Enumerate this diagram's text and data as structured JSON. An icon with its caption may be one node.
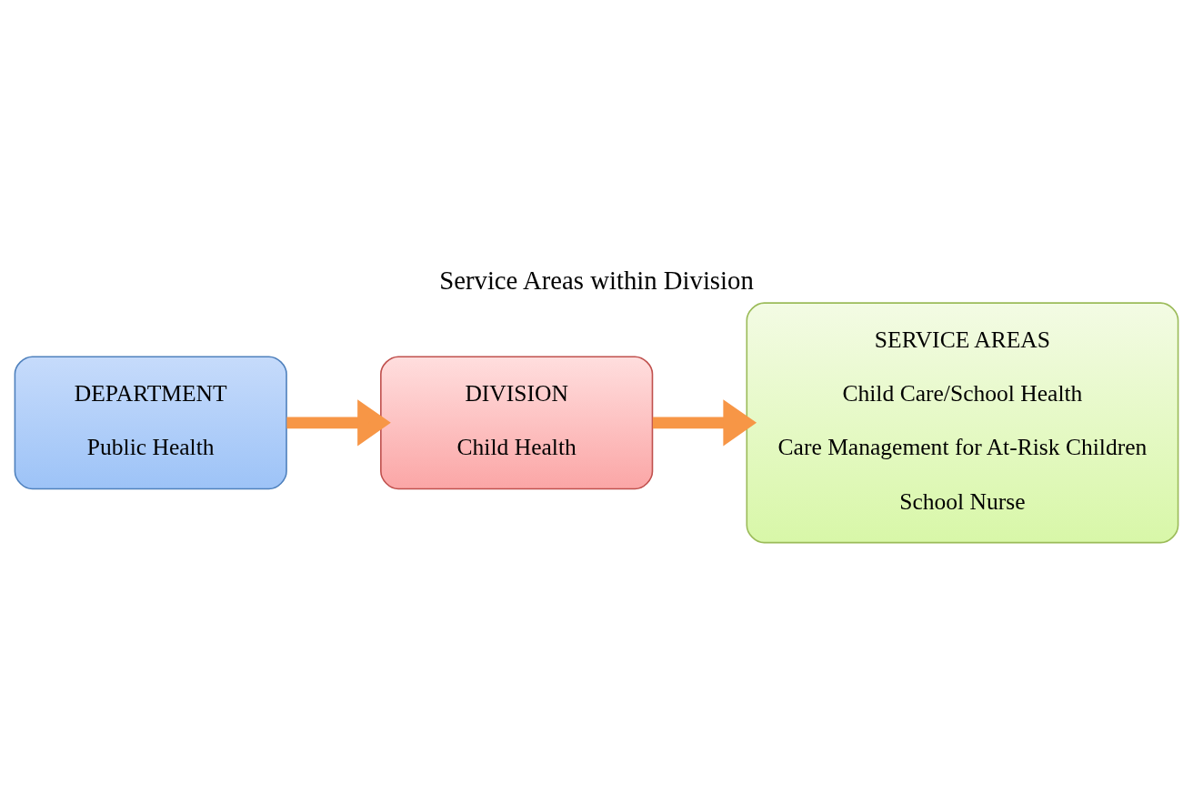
{
  "diagram": {
    "title": "Service Areas within Division",
    "nodes": [
      {
        "text": [
          "DEPARTMENT",
          "Public Health"
        ]
      },
      {
        "text": [
          "DIVISION",
          "Child Health"
        ]
      },
      {
        "text": [
          "SERVICE AREAS",
          "Child Care/School Health",
          "Care Management for At-Risk Children",
          "School Nurse"
        ]
      }
    ],
    "edges": [
      {
        "from": 0,
        "to": 1,
        "arrow": "to"
      },
      {
        "from": 1,
        "to": 2,
        "arrow": "to"
      }
    ]
  }
}
